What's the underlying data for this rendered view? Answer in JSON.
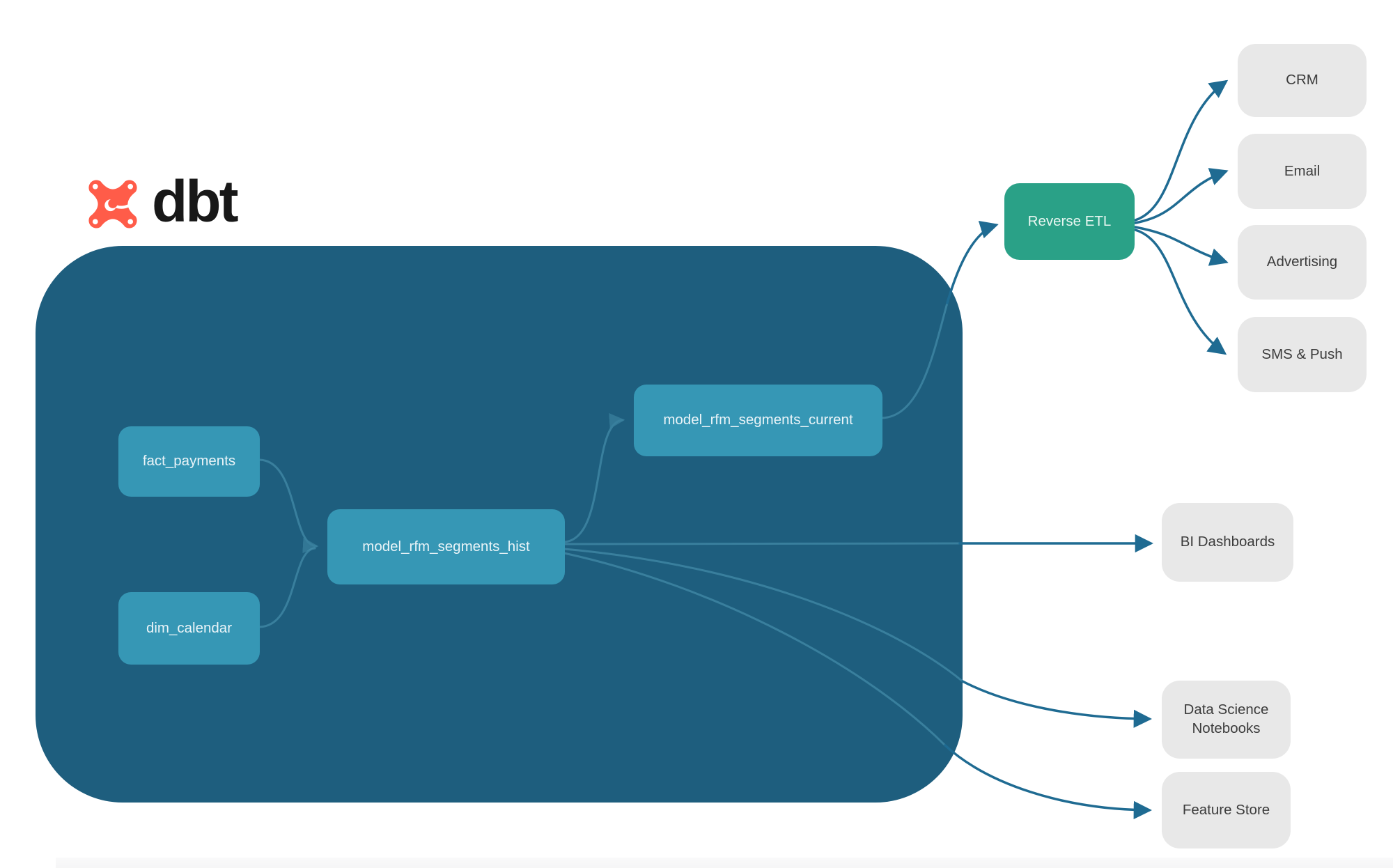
{
  "logo": {
    "text": "dbt",
    "icon": "dbt-star-icon"
  },
  "nodes": {
    "fact_payments": {
      "label": "fact_payments"
    },
    "dim_calendar": {
      "label": "dim_calendar"
    },
    "hist": {
      "label": "model_rfm_segments_hist"
    },
    "current": {
      "label": "model_rfm_segments_current"
    },
    "reverse_etl": {
      "label": "Reverse ETL"
    },
    "crm": {
      "label": "CRM"
    },
    "email": {
      "label": "Email"
    },
    "advertising": {
      "label": "Advertising"
    },
    "sms_push": {
      "label": "SMS & Push"
    },
    "bi_dashboards": {
      "label": "BI Dashboards"
    },
    "ds_notebooks": {
      "label": "Data Science Notebooks"
    },
    "feature_store": {
      "label": "Feature Store"
    }
  },
  "colors": {
    "container": "#1E5E7E",
    "node": "#3697B5",
    "nodeText": "#EAF4F8",
    "green": "#2AA187",
    "greenText": "#E8F6F1",
    "gray": "#E8E8E8",
    "grayText": "#3C3C3C",
    "edge": "#1F6B92",
    "edgeFaint": "#4A94B0",
    "logo": "#FF5C49",
    "logoText": "#181818"
  }
}
